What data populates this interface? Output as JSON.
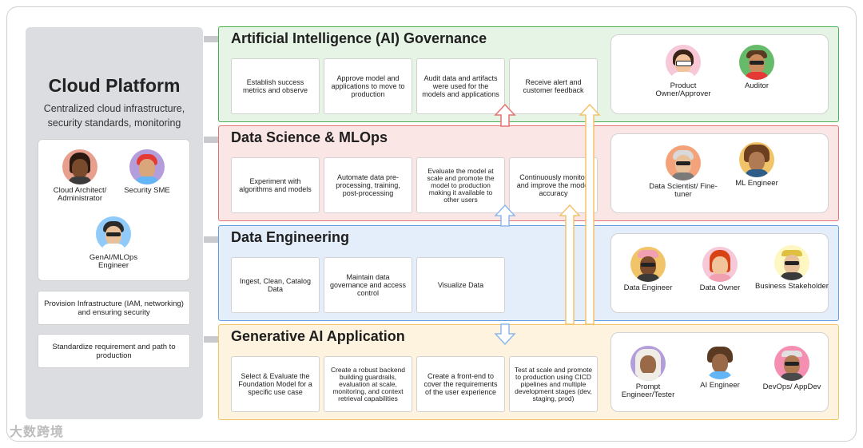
{
  "cloud": {
    "title": "Cloud Platform",
    "subtitle": "Centralized cloud infrastructure, security standards, monitoring",
    "people": [
      {
        "label": "Cloud Architect/ Administrator"
      },
      {
        "label": "Security SME"
      },
      {
        "label": "GenAI/MLOps Engineer"
      }
    ],
    "boxes": [
      "Provision Infrastructure (IAM, networking) and ensuring security",
      "Standardize requirement and path to production"
    ]
  },
  "sections": [
    {
      "title": "Artificial Intelligence (AI) Governance",
      "color": "#4caf50",
      "bg": "#e6f4e5",
      "tasks": [
        "Establish success metrics and observe",
        "Approve model and applications to move to production",
        "Audit data and artifacts were used for the models and applications",
        "Receive alert and customer feedback"
      ],
      "roles": [
        "Product Owner/Approver",
        "Auditor"
      ]
    },
    {
      "title": "Data Science & MLOps",
      "color": "#e57373",
      "bg": "#fbe6e6",
      "tasks": [
        "Experiment with algorithms and models",
        "Automate data pre-processing, training, post-processing",
        "Evaluate the model at scale and promote the model to production making it available to other users",
        "Continuously monitor and improve the model accuracy"
      ],
      "roles": [
        "Data Scientist/ Fine-tuner",
        "ML Engineer"
      ]
    },
    {
      "title": "Data Engineering",
      "color": "#64a0e0",
      "bg": "#e4eefa",
      "tasks": [
        "Ingest, Clean, Catalog Data",
        "Maintain data governance and access control",
        "Visualize Data"
      ],
      "roles": [
        "Data Engineer",
        "Data Owner",
        "Business Stakeholder"
      ]
    },
    {
      "title": "Generative AI Application",
      "color": "#f2c46a",
      "bg": "#fdf3de",
      "tasks": [
        "Select & Evaluate the Foundation Model for a specific use case",
        "Create a robust backend building guardrails, evaluation at scale, monitoring, and context retrieval capabilities",
        "Create a front-end to cover the requirements of the user experience",
        "Test at scale and promote to production using CICD pipelines and multiple development stages (dev, staging, prod)"
      ],
      "roles": [
        "Prompt Engineer/Tester",
        "AI Engineer",
        "DevOps/ AppDev"
      ]
    }
  ],
  "watermark": "大数跨境",
  "colors": {
    "panel": "#dcdde0",
    "arrow_gray": "#c9cacd",
    "arrow_blue": "#8fb8ea",
    "arrow_red": "#e57373",
    "arrow_yellow": "#f2c46a"
  },
  "icons": [
    "right-chevron-arrow-icon",
    "up-arrow-icon",
    "double-arrow-icon",
    "person-avatar-icon"
  ]
}
